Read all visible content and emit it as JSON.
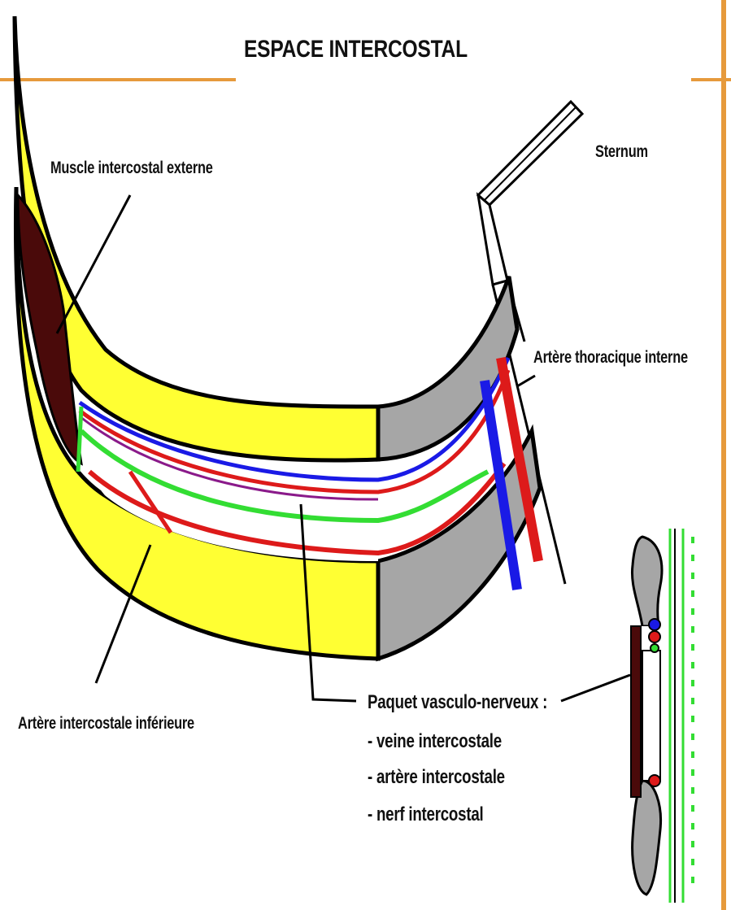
{
  "title": "ESPACE INTERCOSTAL",
  "labels": {
    "sternum": "Sternum",
    "muscle_externe": "Muscle intercostal externe",
    "artere_thoracique": "Artère thoracique interne",
    "artere_inferieure": "Artère intercostale inférieure",
    "paquet_title": "Paquet vasculo-nerveux :",
    "paquet_items": [
      "- veine intercostale",
      "- artère intercostale",
      "- nerf intercostal"
    ]
  },
  "colors": {
    "rib": "#ffff33",
    "cartilage": "#a6a6a6",
    "muscle": "#4a0a0a",
    "vein": "#1a1ae6",
    "artery": "#dd1a1a",
    "nerve": "#33dd33",
    "accent": "#e69a3c"
  }
}
